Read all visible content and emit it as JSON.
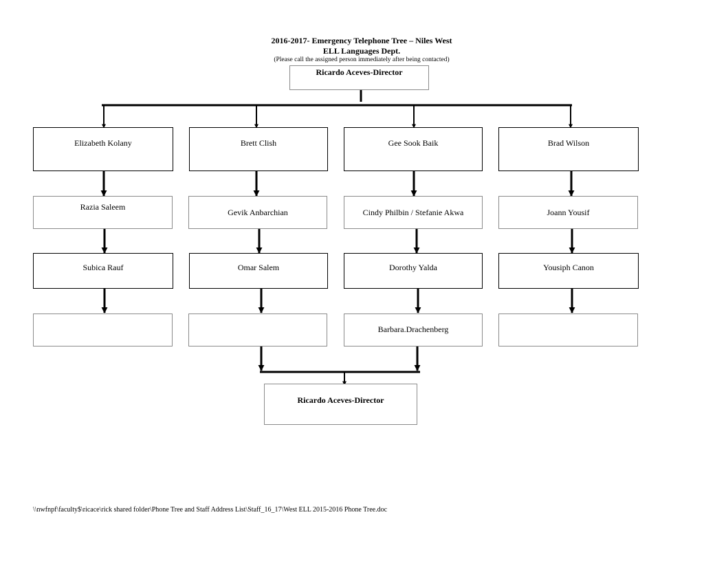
{
  "header": {
    "title": "2016-2017- Emergency Telephone Tree   – Niles West",
    "dept": "ELL Languages Dept.",
    "instructions": "(Please call the assigned person immediately after being contacted)"
  },
  "director_top": "Ricardo Aceves-Director",
  "tree": {
    "columns": [
      {
        "level1": "Elizabeth Kolany",
        "level2": "Razia Saleem",
        "level3": "Subica Rauf",
        "level4": ""
      },
      {
        "level1": "Brett Clish",
        "level2": "Gevik Anbarchian",
        "level3": "Omar Salem",
        "level4": ""
      },
      {
        "level1": "Gee Sook Baik",
        "level2": "Cindy Philbin / Stefanie Akwa",
        "level3": "Dorothy Yalda",
        "level4": "Barbara.Drachenberg"
      },
      {
        "level1": "Brad Wilson",
        "level2": "Joann Yousif",
        "level3": "Yousiph Canon",
        "level4": ""
      }
    ]
  },
  "director_bottom": "Ricardo Aceves-Director",
  "footer": "\\\\nwfnpf\\faculty$\\ricace\\rick shared folder\\Phone Tree and Staff Address List\\Staff_16_17\\West ELL 2015-2016 Phone Tree.doc"
}
